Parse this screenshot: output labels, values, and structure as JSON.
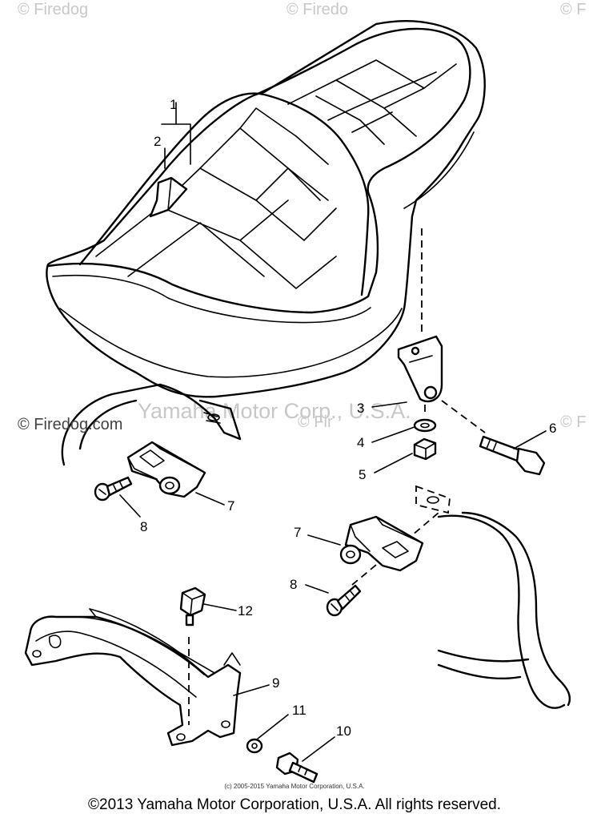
{
  "watermarks": {
    "firedog_top_1": "© Firedog",
    "firedog_top_2": "© Firedo",
    "firedog_top_3": "© F",
    "firedog_mid_left": "© Firedog.com",
    "yamaha_mid": "Yamaha Motor Corp., U.S.A.",
    "firedog_mid_right": "© Fir",
    "firedog_mid_far": "© F"
  },
  "callouts": {
    "c1": "1",
    "c2": "2",
    "c3": "3",
    "c4": "4",
    "c5": "5",
    "c6": "6",
    "c7a": "7",
    "c7b": "7",
    "c8a": "8",
    "c8b": "8",
    "c9": "9",
    "c10": "10",
    "c11": "11",
    "c12": "12"
  },
  "footer": {
    "small": "(c) 2005-2015 Yamaha Motor Corporation, U.S.A.",
    "main": "©2013 Yamaha Motor Corporation, U.S.A. All rights reserved."
  }
}
